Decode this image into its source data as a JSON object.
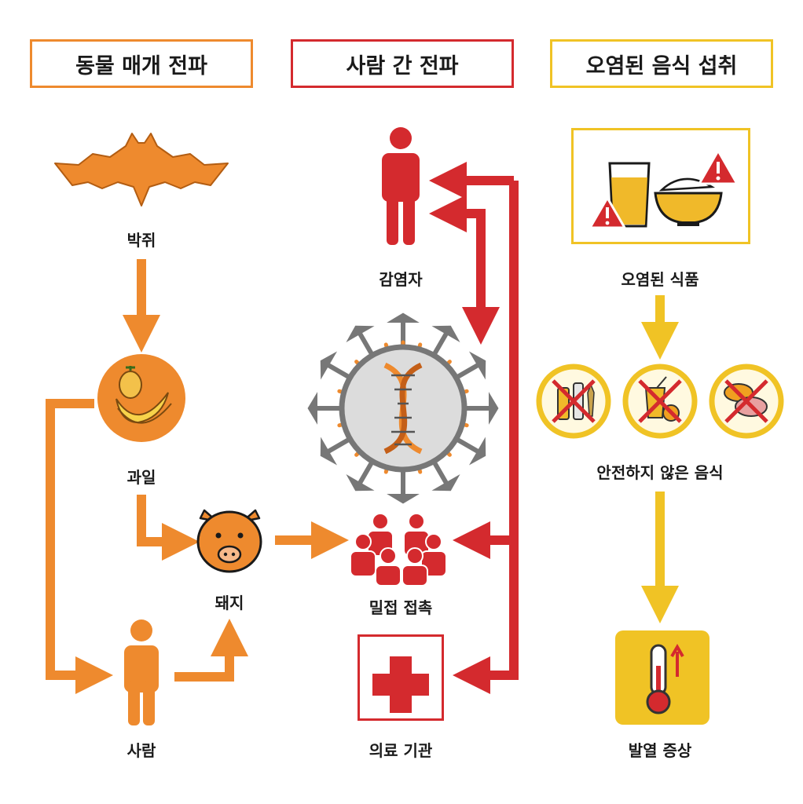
{
  "headers": {
    "animal": "동물 매개 전파",
    "human": "사람 간 전파",
    "food": "오염된 음식 섭취"
  },
  "animal_column": {
    "bat": "박쥐",
    "fruit": "과일",
    "pig": "돼지",
    "person": "사람"
  },
  "human_column": {
    "infected": "감염자",
    "close_contact": "밀접 접촉",
    "medical": "의료 기관"
  },
  "food_column": {
    "contaminated": "오염된 식품",
    "unsafe": "안전하지 않은 음식",
    "fever": "발열 증상"
  },
  "colors": {
    "orange": "#ee8a2e",
    "red": "#d42a2e",
    "yellow": "#f0c325",
    "gray": "#8a8a8a"
  }
}
